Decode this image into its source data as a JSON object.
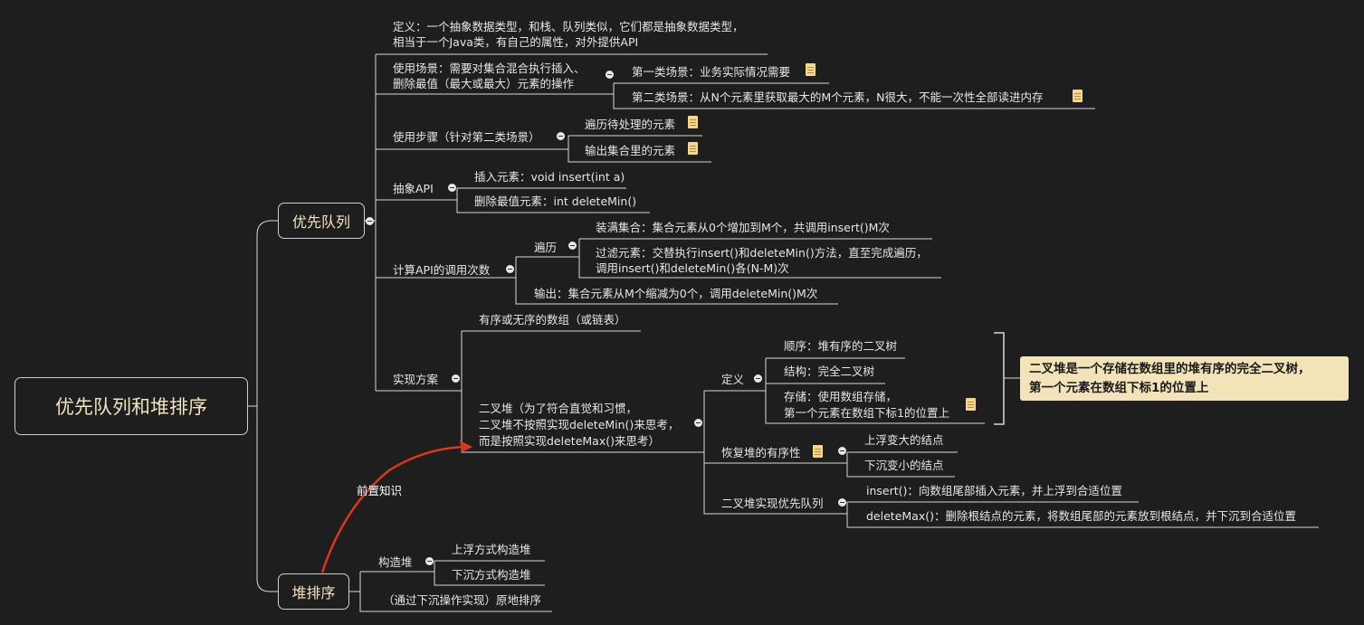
{
  "root": "优先队列和堆排序",
  "pq": {
    "title": "优先队列",
    "definition": [
      "定义：一个抽象数据类型，和栈、队列类似，它们都是抽象数据类型，",
      "相当于一个Java类，有自己的属性，对外提供API"
    ],
    "scenario": {
      "label": [
        "使用场景：需要对集合混合执行插入、",
        "删除最值（最大或最大）元素的操作"
      ],
      "first": "第一类场景：业务实际情况需要",
      "second": "第二类场景：从N个元素里获取最大的M个元素，N很大，不能一次性全部读进内存"
    },
    "steps": {
      "label": "使用步骤（针对第二类场景）",
      "s1": "遍历待处理的元素",
      "s2": "输出集合里的元素"
    },
    "api": {
      "label": "抽象API",
      "insert": "插入元素：void insert(int a)",
      "delete": "删除最值元素：int deleteMin()"
    },
    "count": {
      "label": "计算API的调用次数",
      "traverse": "遍历",
      "fill": "装满集合：集合元素从0个增加到M个，共调用insert()M次",
      "filter": [
        "过滤元素：交替执行insert()和deleteMin()方法，直至完成遍历，",
        "调用insert()和deleteMin()各(N-M)次"
      ],
      "output": "输出：集合元素从M个缩减为0个，调用deleteMin()M次"
    },
    "impl": {
      "label": "实现方案",
      "array": "有序或无序的数组（或链表）",
      "heap": [
        "二叉堆（为了符合直觉和习惯，",
        "二叉堆不按照实现deleteMin()来思考，",
        "而是按照实现deleteMax()来思考）"
      ],
      "def_label": "定义",
      "order": "顺序：堆有序的二叉树",
      "structure": "结构：完全二叉树",
      "storage": [
        "存储：使用数组存储，",
        "第一个元素在数组下标1的位置上"
      ],
      "restore": "恢复堆的有序性",
      "swim": "上浮变大的结点",
      "sink": "下沉变小的结点",
      "pq_impl": "二叉堆实现优先队列",
      "ins": "insert()：向数组尾部插入元素，并上浮到合适位置",
      "delmax": "deleteMax()：删除根结点的元素，将数组尾部的元素放到根结点，并下沉到合适位置"
    },
    "summary": [
      "二叉堆是一个存储在数组里的堆有序的完全二叉树，",
      "第一个元素在数组下标1的位置上"
    ]
  },
  "heapsort": {
    "title": "堆排序",
    "build": "构造堆",
    "build_swim": "上浮方式构造堆",
    "build_sink": "下沉方式构造堆",
    "sort": "（通过下沉操作实现）原地排序",
    "prereq": "前置知识"
  },
  "colors": {
    "background": "#1e1e1e",
    "line": "#cfcfcf",
    "node_text": "#f0e3c0",
    "callout": "#f2e3b8",
    "arrow": "#d9391a"
  }
}
